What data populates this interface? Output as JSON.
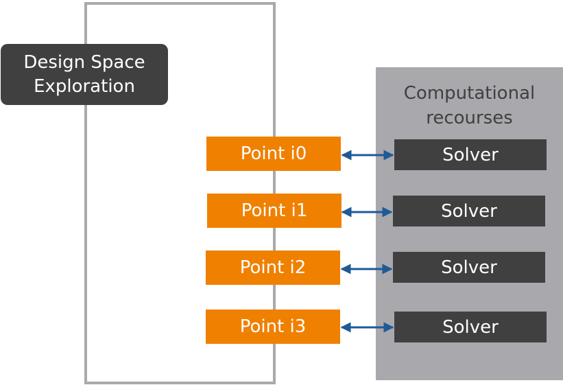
{
  "colors": {
    "frame": "#aaaaaa",
    "dark_box": "#404040",
    "point_fill": "#f08000",
    "panel_fill": "#a8a8ad",
    "arrow": "#1f5a96"
  },
  "design_space": {
    "line1": "Design Space",
    "line2": "Exploration"
  },
  "computational": {
    "line1": "Computational",
    "line2": "recourses"
  },
  "points": [
    {
      "label": "Point i0"
    },
    {
      "label": "Point i1"
    },
    {
      "label": "Point i2"
    },
    {
      "label": "Point i3"
    }
  ],
  "solvers": [
    {
      "label": "Solver"
    },
    {
      "label": "Solver"
    },
    {
      "label": "Solver"
    },
    {
      "label": "Solver"
    }
  ],
  "connections": [
    {
      "from": "Point i0",
      "to": "Solver",
      "direction": "bidirectional"
    },
    {
      "from": "Point i1",
      "to": "Solver",
      "direction": "bidirectional"
    },
    {
      "from": "Point i2",
      "to": "Solver",
      "direction": "bidirectional"
    },
    {
      "from": "Point i3",
      "to": "Solver",
      "direction": "bidirectional"
    }
  ]
}
